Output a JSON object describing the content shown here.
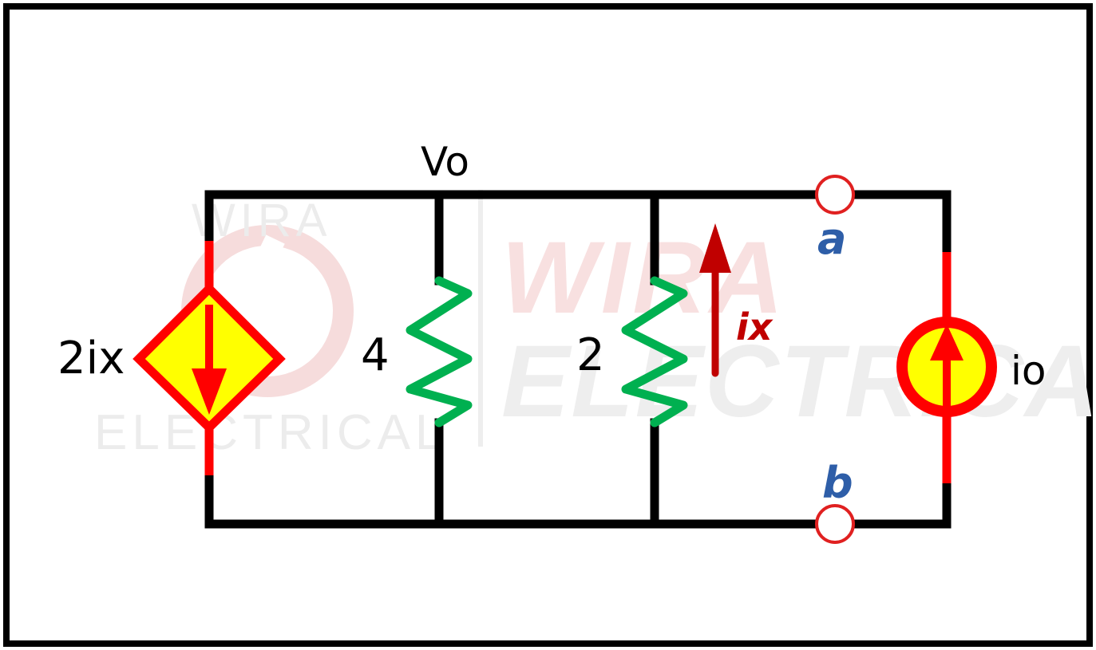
{
  "watermark": {
    "brand_line1": "WIRA",
    "brand_line2": "ELECTRICAL"
  },
  "labels": {
    "node_voltage": "Vo",
    "dependent_source": "2ix",
    "resistor_left": "4",
    "resistor_right": "2",
    "current_label": "ix",
    "current_source": "io",
    "terminal_a": "a",
    "terminal_b": "b"
  },
  "colors": {
    "wire": "#000000",
    "source_lead": "#ff0000",
    "source_fill": "#ffff00",
    "resistor": "#00b050",
    "current_arrow": "#c00000",
    "terminal_text": "#2e5ea8",
    "terminal_ring": "#e02020",
    "watermark_red": "#f5dada",
    "watermark_gray": "#ececec"
  }
}
